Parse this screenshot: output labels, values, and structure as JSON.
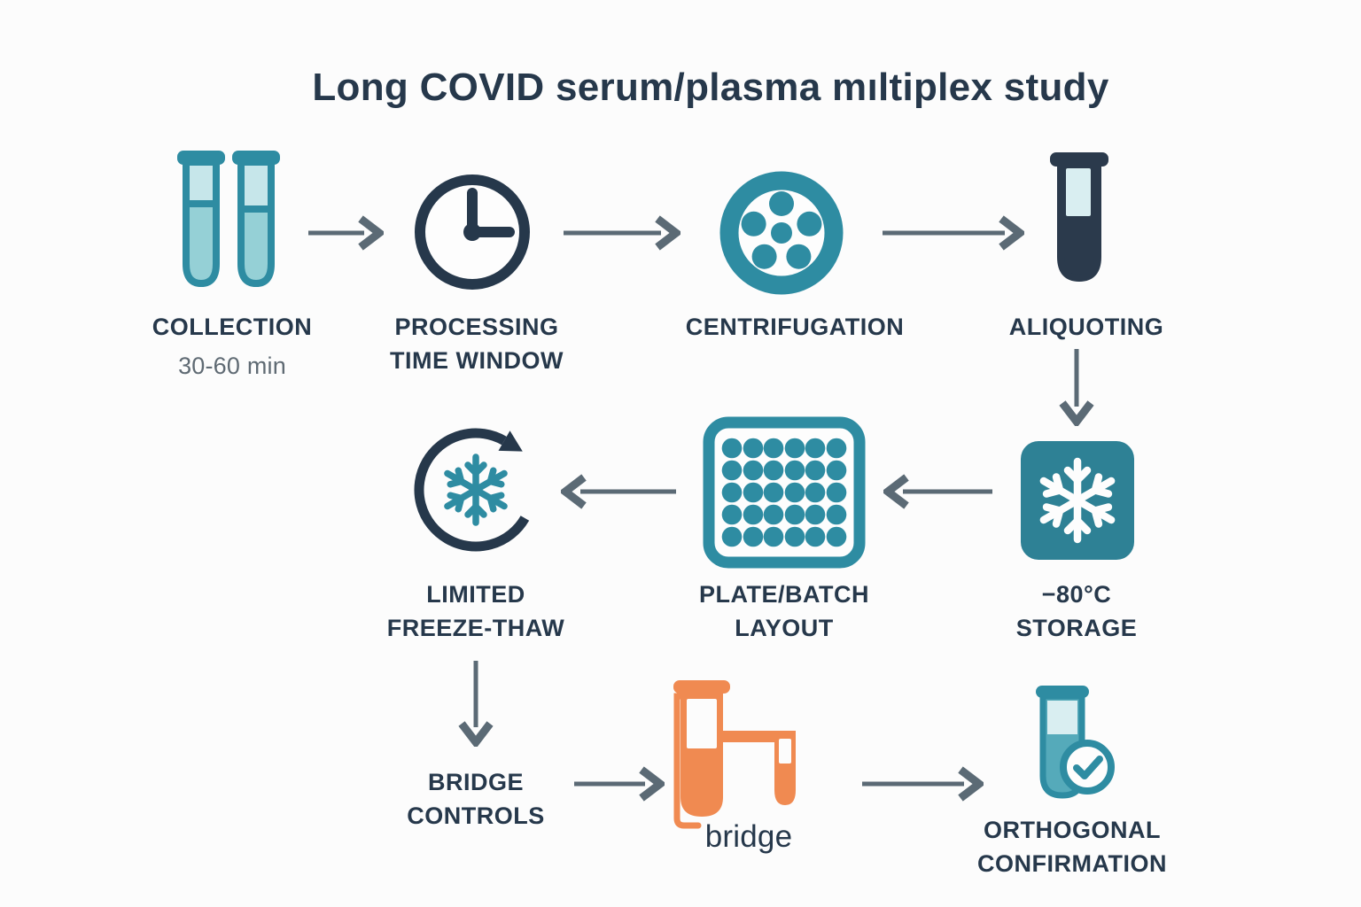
{
  "title": "Long COVID serum/plasma mıltiplex study",
  "steps": {
    "collection": {
      "label": "COLLECTION",
      "duration": "30-60 min"
    },
    "processing": {
      "line1": "PROCESSING",
      "line2": "TIME WINDOW"
    },
    "centrifugation": {
      "label": "CENTRIFUGATION"
    },
    "aliquoting": {
      "label": "ALIQUOTING"
    },
    "storage": {
      "line1": "−80°C",
      "line2": "STORAGE"
    },
    "plate": {
      "line1": "PLATE/BATCH",
      "line2": "LAYOUT"
    },
    "freeze_thaw": {
      "line1": "LIMITED",
      "line2": "FREEZE-THAW"
    },
    "bridge_controls": {
      "line1": "BRIDGE",
      "line2": "CONTROLS"
    },
    "bridge": {
      "label": "bridge"
    },
    "orthogonal": {
      "line1": "ORTHOGONAL",
      "line2": "CONFIRMATION"
    }
  },
  "colors": {
    "teal": "#2E8CA2",
    "teal_square": "#2E8195",
    "navy": "#26384B",
    "text_gray": "#5F6A73",
    "arrow_gray": "#5B6A75",
    "orange": "#F08A51",
    "tube_fill": "#95D0D6",
    "tube_fill_light": "#C6E6EA",
    "pale_inset": "#D9EEF1",
    "background": "#FCFCFC"
  }
}
